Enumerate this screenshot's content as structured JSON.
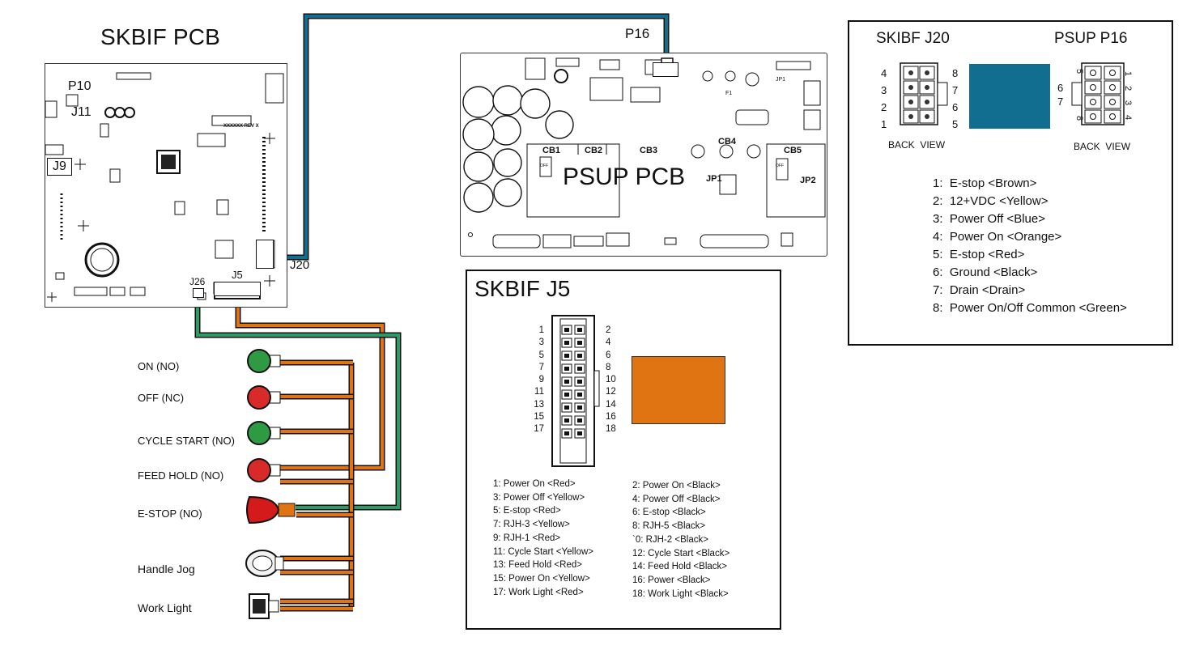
{
  "skbif_pcb": {
    "title": "SKBIF PCB",
    "labels": {
      "p10": "P10",
      "j11": "J11",
      "j9": "J9",
      "j20": "J20",
      "j26": "J26",
      "j5": "J5",
      "rev": "XXXXXX REV X"
    }
  },
  "psup_pcb": {
    "title": "PSUP PCB",
    "p16": "P16",
    "labels": {
      "cb1": "CB1",
      "cb2": "CB2",
      "cb3": "CB3",
      "cb4": "CB4",
      "cb5": "CB5",
      "jp1": "JP1",
      "jp1b": "JP1",
      "jp2": "JP2",
      "f1": "F1",
      "off1": "OFF",
      "off2": "OFF"
    }
  },
  "switches": [
    {
      "label": "ON (NO)",
      "color": "#2e9a44"
    },
    {
      "label": "OFF (NC)",
      "color": "#d92a2a"
    },
    {
      "label": "CYCLE START (NO)",
      "color": "#2e9a44"
    },
    {
      "label": "FEED HOLD (NO)",
      "color": "#d92a2a"
    },
    {
      "label": "E-STOP (NO)",
      "color": "#d41a1a"
    },
    {
      "label": "Handle Jog",
      "color": "#eeeeee"
    },
    {
      "label": "Work Light",
      "color": "#333333"
    }
  ],
  "j5_box": {
    "title": "SKBIF J5",
    "swatch_color": "#e07412",
    "left_pins": [
      "1",
      "3",
      "5",
      "7",
      "9",
      "11",
      "13",
      "15",
      "17"
    ],
    "right_pins": [
      "2",
      "4",
      "6",
      "8",
      "10",
      "12",
      "14",
      "16",
      "18"
    ],
    "left_list": [
      "1: Power On <Red>",
      "3: Power Off <Yellow>",
      "5: E-stop <Red>",
      "7: RJH-3 <Yellow>",
      "9: RJH-1 <Red>",
      "11: Cycle Start <Yellow>",
      "13: Feed Hold <Red>",
      "15: Power On <Yellow>",
      "17: Work Light <Red>"
    ],
    "right_list": [
      "2: Power On <Black>",
      "4: Power Off <Black>",
      "6: E-stop <Black>",
      "8: RJH-5 <Black>",
      "`0: RJH-2 <Black>",
      "12: Cycle Start <Black>",
      "14: Feed Hold <Black>",
      "16: Power <Black>",
      "18: Work Light <Black>"
    ]
  },
  "j20_box": {
    "left_title": "SKIBF J20",
    "right_title": "PSUP P16",
    "swatch_color": "#116e90",
    "back_view_left": "BACK  VIEW",
    "back_view_right": "BACK  VIEW",
    "j20_left_nums": [
      "4",
      "3",
      "2",
      "1"
    ],
    "j20_right_nums": [
      "8",
      "7",
      "6",
      "5"
    ],
    "p16_left_nums": [
      "6",
      "7"
    ],
    "p16_top_num": "5",
    "p16_bottom_num": "8",
    "p16_right_nums": [
      "1",
      "2",
      "3",
      "4"
    ],
    "list": [
      "1:  E-stop <Brown>",
      "2:  12+VDC <Yellow>",
      "3:  Power Off <Blue>",
      "4:  Power On <Orange>",
      "5:  E-stop <Red>",
      "6:  Ground <Black>",
      "7:  Drain <Drain>",
      "8:  Power On/Off Common <Green>"
    ]
  },
  "colors": {
    "blue_wire": "#116e90",
    "orange_wire": "#e07412",
    "green_wire": "#2e9a66"
  }
}
